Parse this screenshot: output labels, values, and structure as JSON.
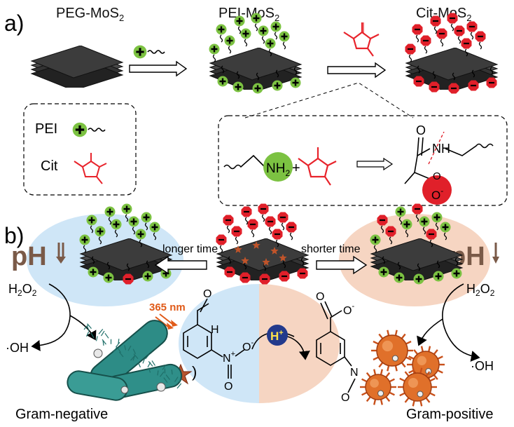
{
  "panel_a": {
    "letter": "a)",
    "peg_title": "PEG-MoS",
    "pei_title": "PEI-MoS",
    "cit_title": "Cit-MoS",
    "subscript_2": "2",
    "legend_pei": "PEI",
    "legend_cit": "Cit",
    "nh2": "NH",
    "plus": "+",
    "amide_o": "O",
    "amide_n": "N",
    "amide_h": "H",
    "carboxyl_o": "O",
    "carboxyl_minus": "-"
  },
  "panel_b": {
    "letter": "b)",
    "ph_left": "pH",
    "ph_right": "pH",
    "longer": "longer time",
    "shorter": "shorter time",
    "h2o2_left": "H",
    "h2o2_right": "H",
    "oh_left": "·OH",
    "oh_right": "·OH",
    "nm365": "365 nm",
    "mol_h": "H",
    "mol_n": "N",
    "mol_o": "O",
    "mol_ominus": "O",
    "hplus": "H",
    "gram_neg": "Gram-negative",
    "gram_pos": "Gram-positive",
    "h2o2_sub": "2",
    "h2o2_o": "O",
    "bracket_open": "(",
    "bracket_close": ")"
  },
  "colors": {
    "positive": "#7cc242",
    "negative": "#e0202a",
    "cit_red": "#e8232b",
    "blue_bg": "#cfe6f7",
    "peach_bg": "#f6d5c2",
    "orange": "#e05a18",
    "hplus_blue": "#233a8c",
    "hplus_yellow": "#ffe14a",
    "sheet": "#2a2a2a"
  },
  "icons": [
    "positive-charge-icon",
    "negative-charge-icon",
    "mos2-sheet-icon",
    "arrow-right-icon",
    "arrow-left-icon",
    "star-icon",
    "bacteria-icon"
  ]
}
